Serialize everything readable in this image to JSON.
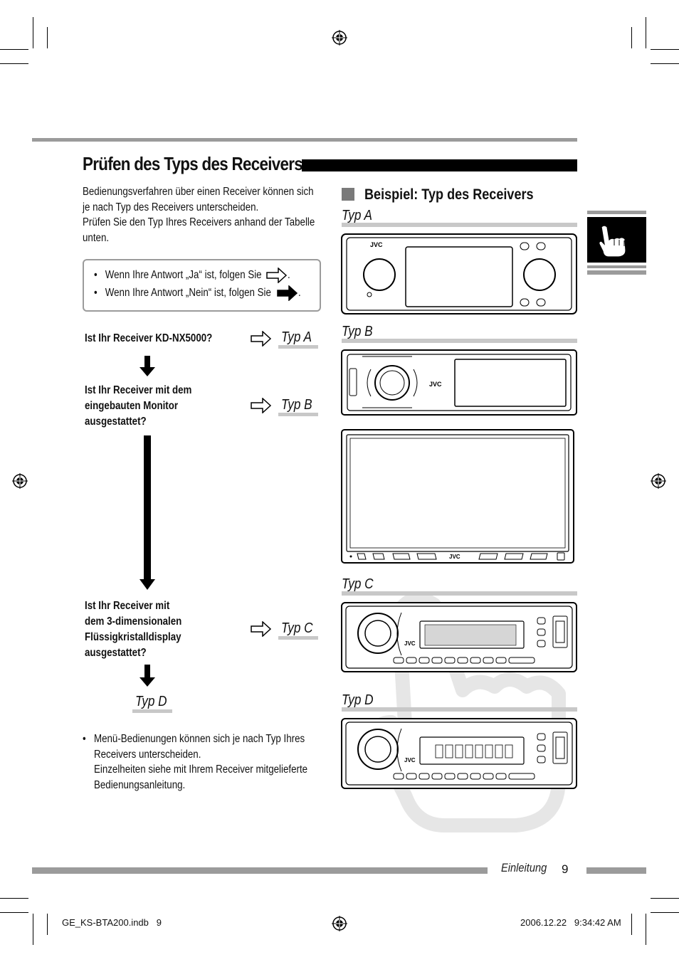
{
  "page": {
    "title": "Prüfen des Typs des Receivers",
    "intro": [
      "Bedienungsverfahren über einen Receiver können sich",
      "je nach Typ des Receivers unterscheiden.",
      "Prüfen Sie den Typ Ihres Receivers anhand der Tabelle",
      "unten."
    ],
    "legend_yes": "Wenn Ihre Antwort „Ja“ ist, folgen Sie",
    "legend_no": "Wenn Ihre Antwort „Nein“ ist, folgen Sie",
    "legend_end": ".",
    "bullet": "•"
  },
  "flow": {
    "q1": "Ist Ihr Receiver KD-NX5000?",
    "q2": [
      "Ist Ihr Receiver mit dem",
      "eingebauten Monitor",
      "ausgestattet?"
    ],
    "q3": [
      "Ist Ihr Receiver mit",
      "dem 3-dimensionalen",
      "Flüssigkristalldisplay",
      "ausgestattet?"
    ],
    "typ_a": "Typ A",
    "typ_b": "Typ B",
    "typ_c": "Typ C",
    "typ_d": "Typ D"
  },
  "note": [
    "Menü-Bedienungen können sich je nach Typ Ihres",
    "Receivers unterscheiden.",
    "Einzelheiten siehe mit Ihrem Receiver mitgelieferte",
    "Bedienungsanleitung."
  ],
  "examples": {
    "heading": "Beispiel: Typ des Receivers",
    "labels": [
      "Typ A",
      "Typ B",
      "Typ C",
      "Typ D"
    ],
    "brand": "JVC"
  },
  "footer": {
    "section": "Einleitung",
    "page_number": "9",
    "file": "GE_KS-BTA200.indb   9",
    "timestamp": "2006.12.22   9:34:42 AM"
  },
  "colors": {
    "rule": "#9b9b9b",
    "accent": "#000000",
    "label_bar": "#c8c8c8"
  }
}
